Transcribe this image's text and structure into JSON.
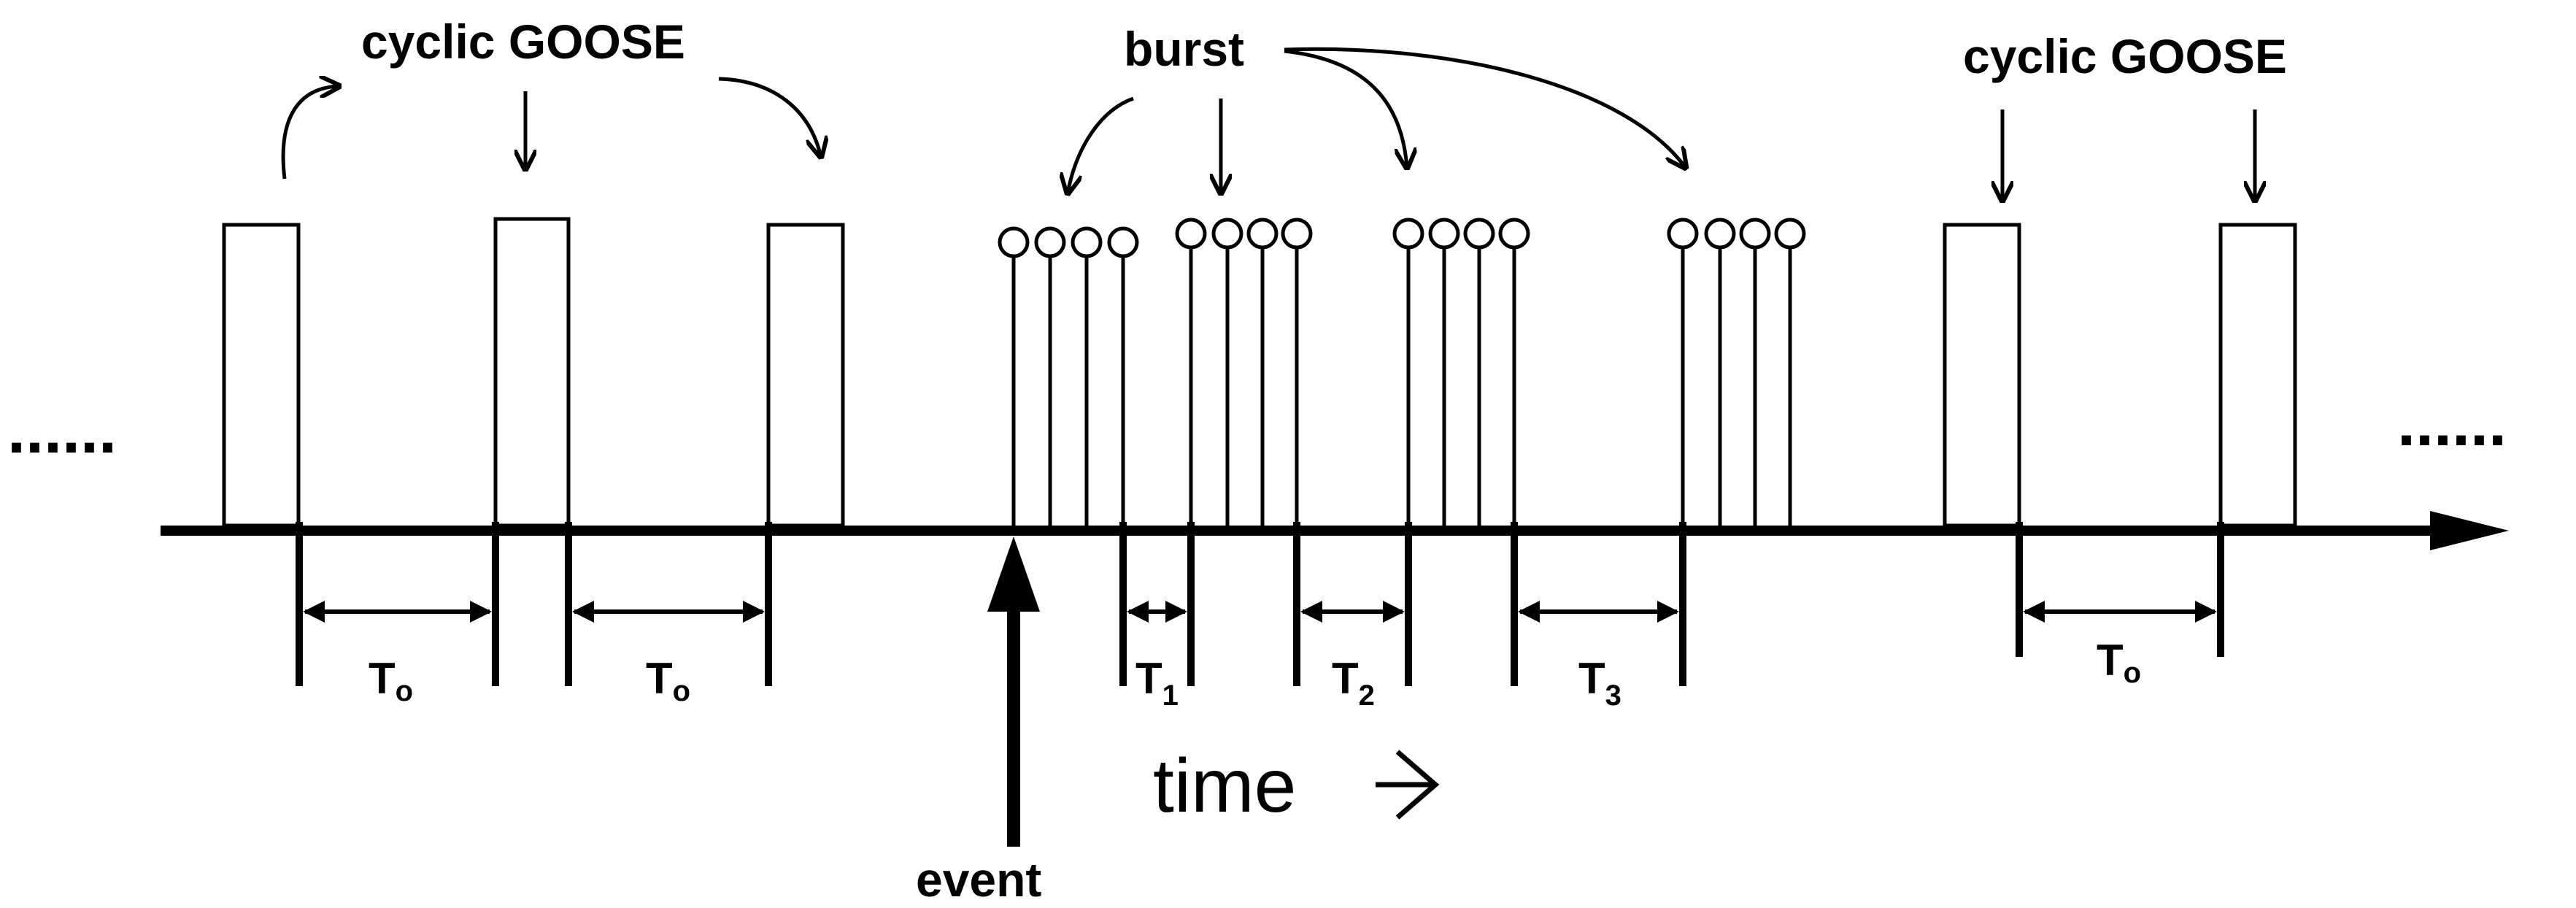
{
  "labels": {
    "cyclic_goose_left": "cyclic GOOSE",
    "cyclic_goose_right": "cyclic GOOSE",
    "burst": "burst",
    "event": "event",
    "time": "time",
    "dots_left": "......",
    "dots_right": "......"
  },
  "intervals": [
    {
      "id": "t0-a",
      "main": "T",
      "sub": "o"
    },
    {
      "id": "t0-b",
      "main": "T",
      "sub": "o"
    },
    {
      "id": "t1",
      "main": "T",
      "sub": "1"
    },
    {
      "id": "t2",
      "main": "T",
      "sub": "2"
    },
    {
      "id": "t3",
      "main": "T",
      "sub": "3"
    },
    {
      "id": "t0-c",
      "main": "T",
      "sub": "o"
    }
  ],
  "icons": {
    "time_arrow": "right-arrow-icon",
    "event_marker": "up-arrow-icon"
  },
  "colors": {
    "ink": "#000000",
    "background": "#ffffff"
  }
}
